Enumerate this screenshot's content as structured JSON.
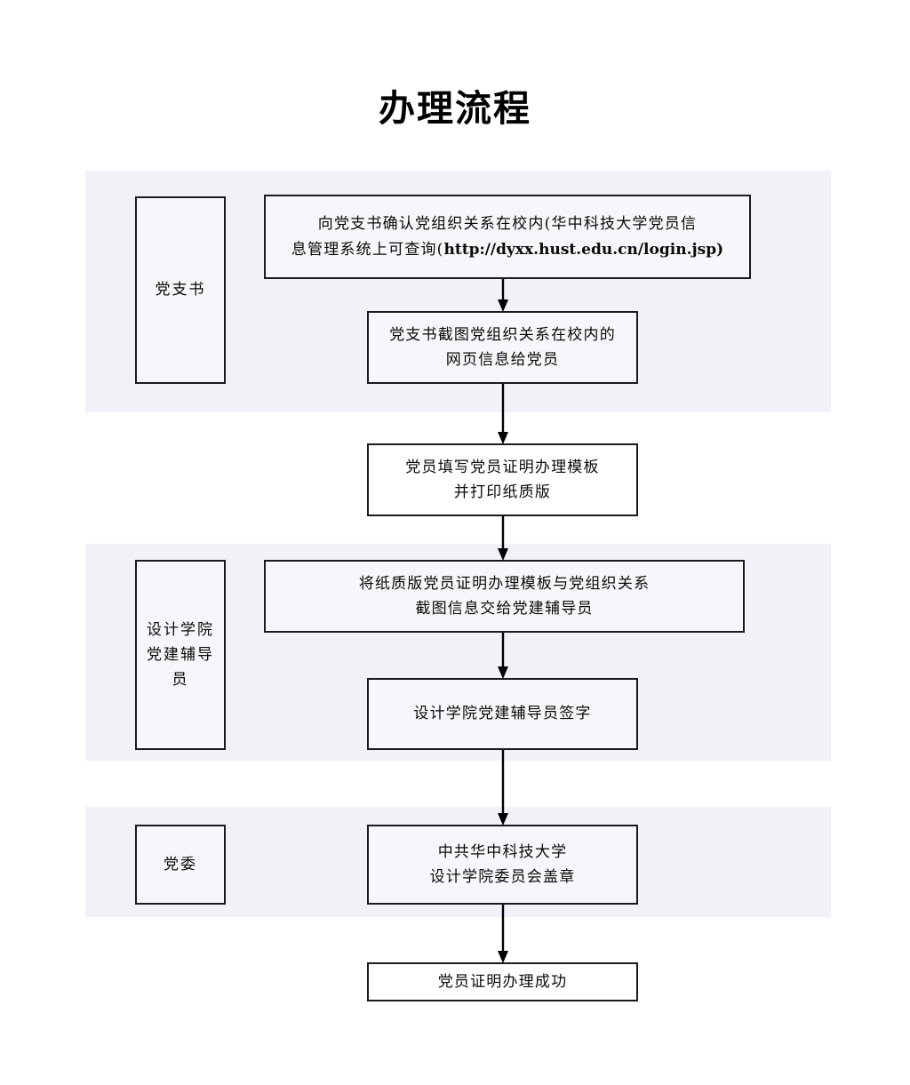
{
  "document": {
    "title": "办理流程"
  },
  "colors": {
    "band_background": "#f2f1f7",
    "node_background": "#f7f6fa",
    "node_border": "#1a1a22",
    "connector": "#000000",
    "page_background": "#ffffff",
    "text": "#000000"
  },
  "lanes": [
    {
      "id": "lane-party-secretary",
      "label": "党支书"
    },
    {
      "id": "lane-design-college-counselor",
      "label_line1": "设计学院",
      "label_line2": "党建辅导员"
    },
    {
      "id": "lane-party-committee",
      "label": "党委"
    }
  ],
  "nodes": [
    {
      "id": "node-confirm-relationship",
      "lane": "lane-party-secretary",
      "line1": "向党支书确认党组织关系在校内(华中科技大学党员信",
      "line2_prefix": "息管理系统上可查询(",
      "line2_url": "http://dyxx.hust.edu.cn/login.jsp",
      "line2_suffix": ")"
    },
    {
      "id": "node-screenshot-webpage",
      "lane": "lane-party-secretary",
      "line1": "党支书截图党组织关系在校内的",
      "line2": "网页信息给党员"
    },
    {
      "id": "node-fill-template",
      "lane": "none",
      "line1": "党员填写党员证明办理模板",
      "line2": "并打印纸质版"
    },
    {
      "id": "node-submit-to-counselor",
      "lane": "lane-design-college-counselor",
      "line1": "将纸质版党员证明办理模板与党组织关系",
      "line2": "截图信息交给党建辅导员"
    },
    {
      "id": "node-counselor-signature",
      "lane": "lane-design-college-counselor",
      "line1": "设计学院党建辅导员签字"
    },
    {
      "id": "node-committee-seal",
      "lane": "lane-party-committee",
      "line1": "中共华中科技大学",
      "line2": "设计学院委员会盖章"
    },
    {
      "id": "node-success",
      "lane": "none",
      "line1": "党员证明办理成功"
    }
  ],
  "connectors": [
    {
      "id": "arrow-confirm-to-screenshot",
      "from": "node-confirm-relationship",
      "to": "node-screenshot-webpage"
    },
    {
      "id": "arrow-screenshot-to-fill",
      "from": "node-screenshot-webpage",
      "to": "node-fill-template"
    },
    {
      "id": "arrow-fill-to-submit",
      "from": "node-fill-template",
      "to": "node-submit-to-counselor"
    },
    {
      "id": "arrow-submit-to-signature",
      "from": "node-submit-to-counselor",
      "to": "node-counselor-signature"
    },
    {
      "id": "arrow-signature-to-seal",
      "from": "node-counselor-signature",
      "to": "node-committee-seal"
    },
    {
      "id": "arrow-seal-to-success",
      "from": "node-committee-seal",
      "to": "node-success"
    }
  ]
}
